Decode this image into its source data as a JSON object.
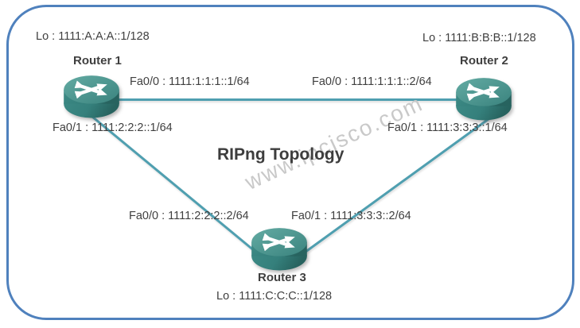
{
  "title": "RIPng Topology",
  "watermark": "www.ipcisco.com",
  "routers": [
    {
      "name": "Router 1",
      "loopback": "Lo : 1111:A:A:A::1/128",
      "interfaces": [
        {
          "label": "Fa0/0 : 1111:1:1:1::1/64"
        },
        {
          "label": "Fa0/1 : 1111:2:2:2::1/64"
        }
      ]
    },
    {
      "name": "Router 2",
      "loopback": "Lo : 1111:B:B:B::1/128",
      "interfaces": [
        {
          "label": "Fa0/0 : 1111:1:1:1::2/64"
        },
        {
          "label": "Fa0/1 : 1111:3:3:3::1/64"
        }
      ]
    },
    {
      "name": "Router 3",
      "loopback": "Lo : 1111:C:C:C::1/128",
      "interfaces": [
        {
          "label": "Fa0/0 : 1111:2:2:2::2/64"
        },
        {
          "label": "Fa0/1 : 1111:3:3:3::2/64"
        }
      ]
    }
  ],
  "links": [
    {
      "from": "Router 1",
      "to": "Router 2"
    },
    {
      "from": "Router 1",
      "to": "Router 3"
    },
    {
      "from": "Router 2",
      "to": "Router 3"
    }
  ],
  "colors": {
    "frame_border": "#4f81bd",
    "link": "#4f9fb0",
    "router_teal": "#35807c",
    "text": "#3f3f3f",
    "watermark": "#c9c9c9"
  }
}
